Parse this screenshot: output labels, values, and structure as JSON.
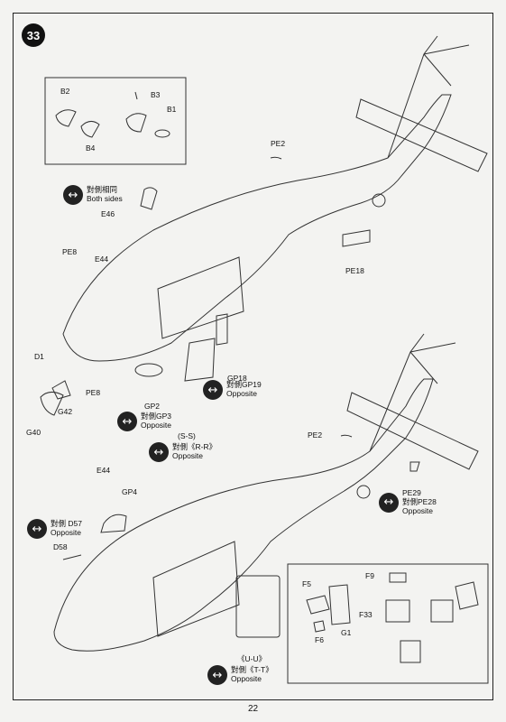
{
  "step_number": "33",
  "page_number": "22",
  "labels": {
    "B2": "B2",
    "B3": "B3",
    "B1": "B1",
    "B4": "B4",
    "PE2_top": "PE2",
    "E46": "E46",
    "PE8_top": "PE8",
    "E44_top": "E44",
    "PE18": "PE18",
    "D1": "D1",
    "PE8_bottom": "PE8",
    "GP18": "GP18",
    "GP19_opp": "對側GP19",
    "GP19_opposite": "Opposite",
    "GP2": "GP2",
    "GP3_opp": "對側GP3",
    "GP3_opposite": "Opposite",
    "G42": "G42",
    "G40": "G40",
    "SS": "(S-S)",
    "RR": "對側《R-R》",
    "RR_opposite": "Opposite",
    "PE2_bottom": "PE2",
    "PE29": "PE29",
    "PE28_opp": "對側PE28",
    "PE28_opposite": "Opposite",
    "E44_bottom": "E44",
    "GP4": "GP4",
    "D57_opp": "對側 D57",
    "D57_opposite": "Opposite",
    "D58": "D58",
    "F9": "F9",
    "F5": "F5",
    "F33": "F33",
    "F6": "F6",
    "G1": "G1",
    "UU": "《U-U》",
    "TT": "對側《T-T》",
    "TT_opposite": "Opposite",
    "both_sides_cn": "對側相同",
    "both_sides_en": "Both sides"
  },
  "icons": {
    "double_arrow": "↔"
  }
}
